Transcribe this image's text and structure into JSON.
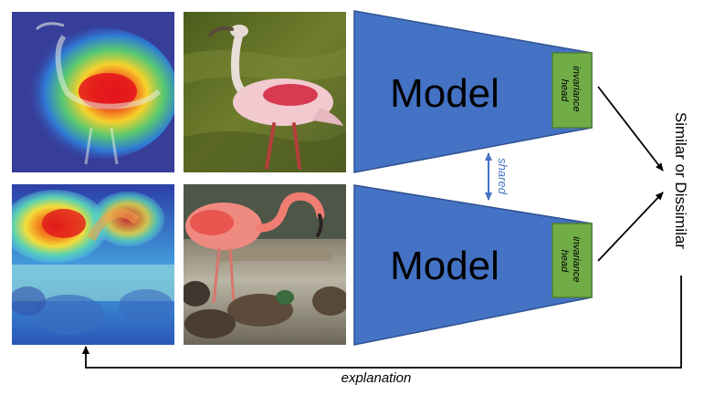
{
  "models": [
    {
      "label": "Model",
      "head_line1": "invariance",
      "head_line2": "head"
    },
    {
      "label": "Model",
      "head_line1": "invariance",
      "head_line2": "head"
    }
  ],
  "shared_label": "shared",
  "output_label": "Similar or Dissimilar",
  "explanation_label": "explanation",
  "colors": {
    "model_fill": "#4472c4",
    "model_stroke": "#2f528f",
    "head_fill": "#70ad47",
    "head_stroke": "#507e32",
    "shared_arrow": "#4472c4",
    "arrow": "#000000"
  },
  "images": [
    {
      "name": "spoonbill-saliency-heatmap"
    },
    {
      "name": "spoonbill-photo"
    },
    {
      "name": "flamingo-saliency-heatmap"
    },
    {
      "name": "flamingo-photo"
    }
  ]
}
